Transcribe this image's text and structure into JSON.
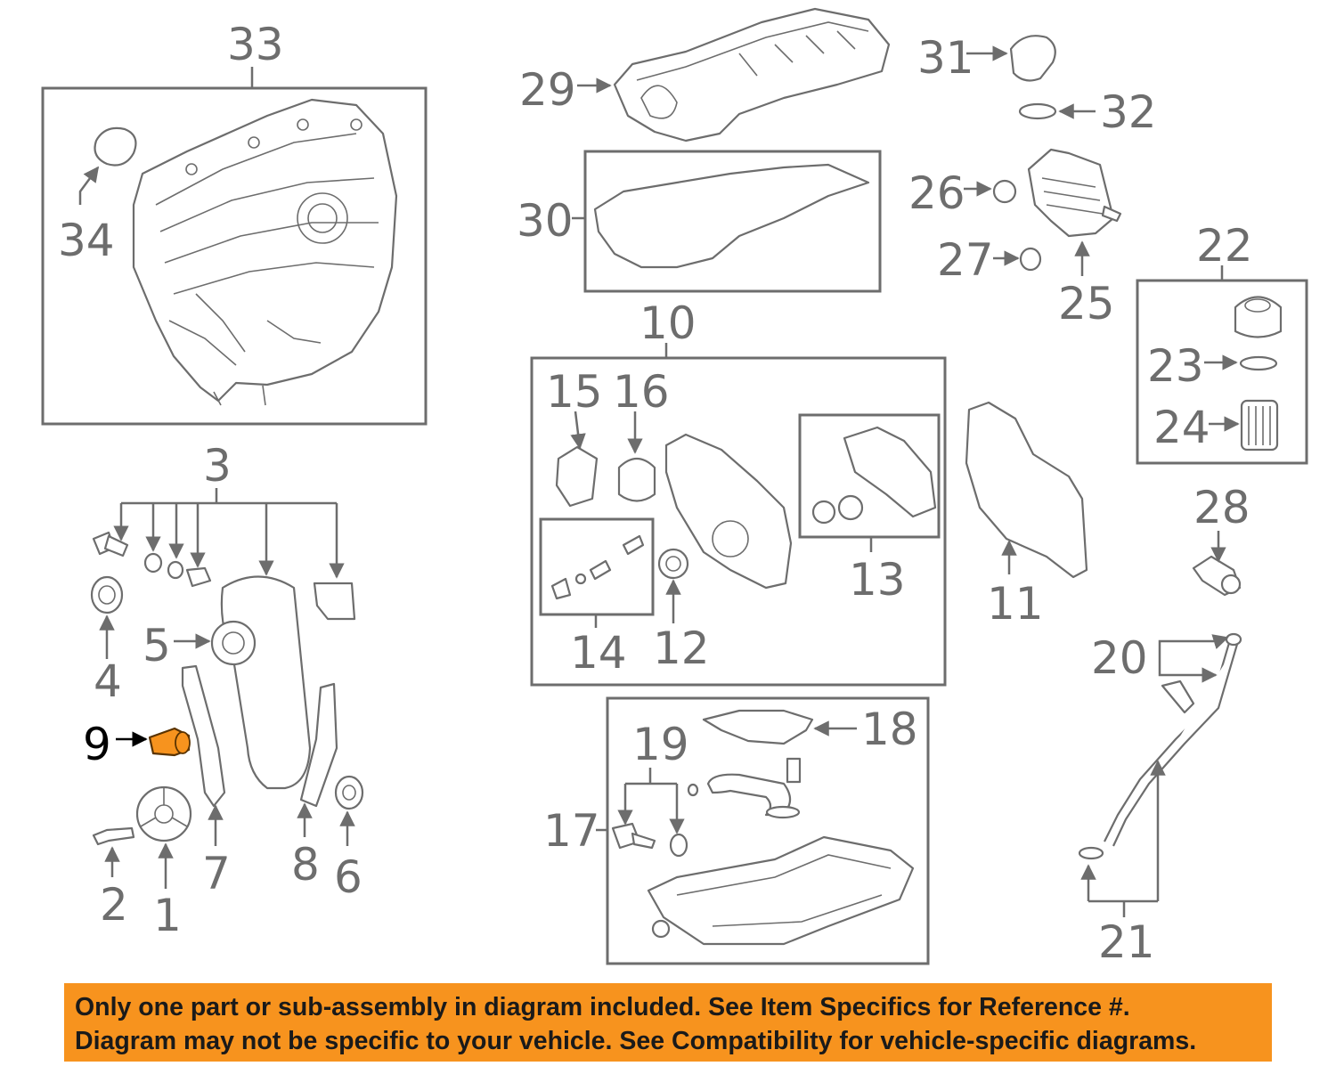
{
  "colors": {
    "line_gray": "#6d6d6d",
    "highlight_part": "#f7931e",
    "notice_background": "#f7931e",
    "notice_text": "#1a1a1a"
  },
  "callouts": {
    "c1": "1",
    "c2": "2",
    "c3": "3",
    "c4": "4",
    "c5": "5",
    "c6": "6",
    "c7": "7",
    "c8": "8",
    "c9": "9",
    "c10": "10",
    "c11": "11",
    "c12": "12",
    "c13": "13",
    "c14": "14",
    "c15": "15",
    "c16": "16",
    "c17": "17",
    "c18": "18",
    "c19": "19",
    "c20": "20",
    "c21": "21",
    "c22": "22",
    "c23": "23",
    "c24": "24",
    "c25": "25",
    "c26": "26",
    "c27": "27",
    "c28": "28",
    "c29": "29",
    "c30": "30",
    "c31": "31",
    "c32": "32",
    "c33": "33",
    "c34": "34"
  },
  "highlighted_callout": "9",
  "notice": {
    "line1": "Only one part or sub-assembly in diagram included. See Item Specifics for Reference #.",
    "line2": "Diagram may not be specific to your vehicle. See Compatibility for vehicle-specific diagrams."
  }
}
